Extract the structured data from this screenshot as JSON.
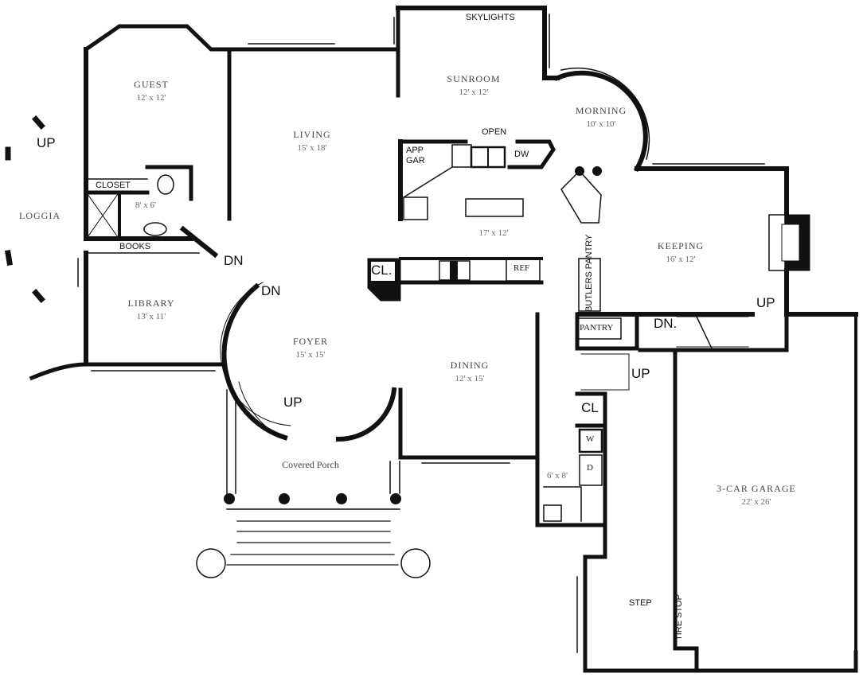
{
  "plan": {
    "rooms": [
      {
        "id": "guest",
        "name": "GUEST",
        "dims": "12' x 12'"
      },
      {
        "id": "living",
        "name": "LIVING",
        "dims": "15' x 18'"
      },
      {
        "id": "sunroom",
        "name": "SUNROOM",
        "dims": "12' x 12'"
      },
      {
        "id": "morning",
        "name": "MORNING",
        "dims": "10' x 10'"
      },
      {
        "id": "kitchen",
        "name": "",
        "dims": "17' x 12'"
      },
      {
        "id": "keeping",
        "name": "KEEPING",
        "dims": "16' x 12'"
      },
      {
        "id": "bath",
        "name": "",
        "dims": "8' x 6'"
      },
      {
        "id": "loggia",
        "name": "LOGGIA",
        "dims": ""
      },
      {
        "id": "library",
        "name": "LIBRARY",
        "dims": "13' x 11'"
      },
      {
        "id": "foyer",
        "name": "FOYER",
        "dims": "15' x 15'"
      },
      {
        "id": "dining",
        "name": "DINING",
        "dims": "12' x 15'"
      },
      {
        "id": "laundry",
        "name": "",
        "dims": "6' x 8'"
      },
      {
        "id": "garage",
        "name": "3-CAR GARAGE",
        "dims": "22' x 26'"
      },
      {
        "id": "porch",
        "name": "Covered Porch",
        "dims": ""
      }
    ],
    "annotations": {
      "skylights": "SKYLIGHTS",
      "open": "OPEN",
      "dw": "DW",
      "app_gar_1": "APP",
      "app_gar_2": "GAR",
      "closet": "CLOSET",
      "books": "BOOKS",
      "cl_kitchen": "CL.",
      "cl_laundry": "CL",
      "ref": "REF",
      "butlers_pantry": "BUTLERS PANTRY",
      "pantry": "PANTRY",
      "washer": "W",
      "dryer": "D",
      "step": "STEP",
      "tire_stop": "TIRE STOP",
      "up_loggia": "UP",
      "dn_library": "DN",
      "dn_foyer": "DN",
      "up_foyer": "UP",
      "up_keeping": "UP",
      "dn_keeping": "DN.",
      "up_garage": "UP"
    }
  }
}
